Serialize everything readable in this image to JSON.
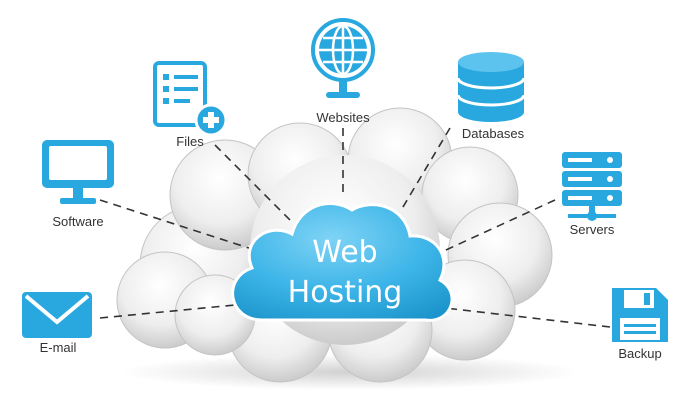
{
  "center": {
    "line1": "Web",
    "line2": "Hosting"
  },
  "nodes": {
    "software": {
      "label": "Software",
      "icon": "monitor-icon"
    },
    "files": {
      "label": "Files",
      "icon": "document-add-icon"
    },
    "websites": {
      "label": "Websites",
      "icon": "globe-icon"
    },
    "databases": {
      "label": "Databases",
      "icon": "database-icon"
    },
    "servers": {
      "label": "Servers",
      "icon": "server-stack-icon"
    },
    "email": {
      "label": "E-mail",
      "icon": "envelope-icon"
    },
    "backup": {
      "label": "Backup",
      "icon": "floppy-disk-icon"
    }
  },
  "colors": {
    "accent": "#29a8e0",
    "accent_light": "#5cc3ee",
    "cloud_gray": "#d9d9d9",
    "connector": "#333333"
  }
}
